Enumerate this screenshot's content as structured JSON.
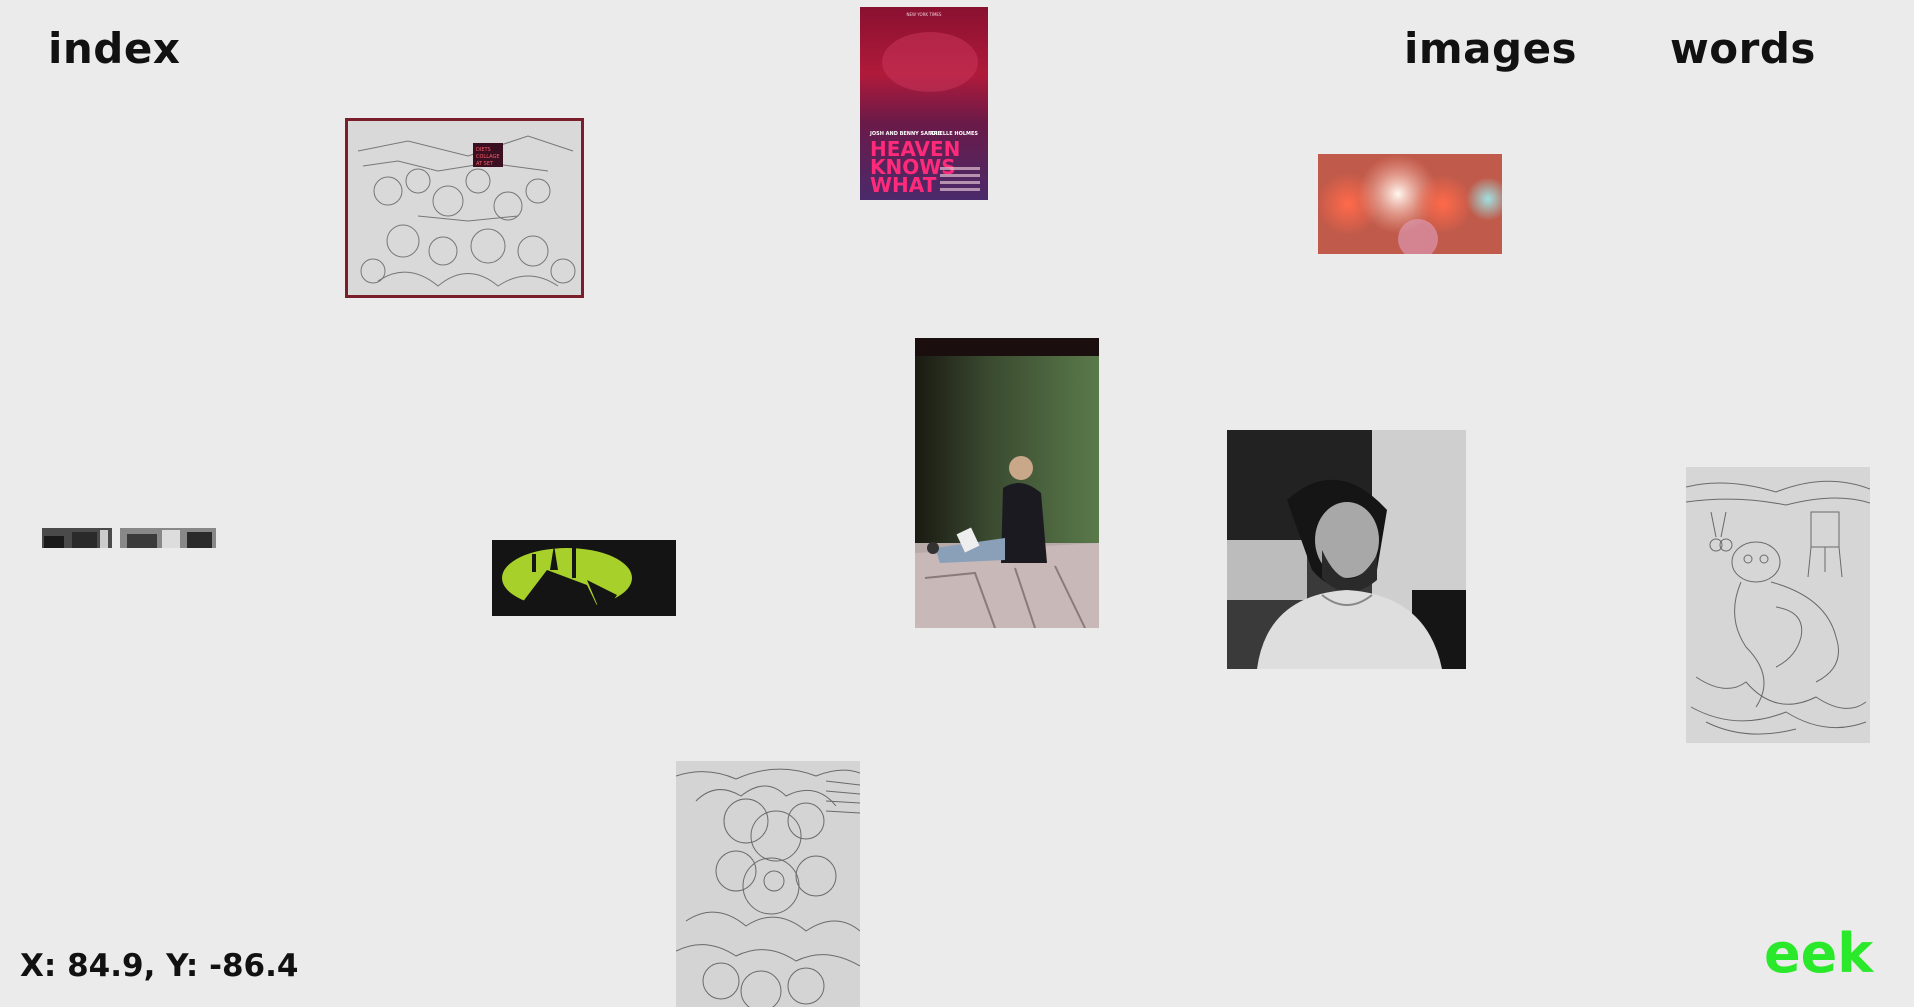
{
  "nav": {
    "index": "index",
    "images": "images",
    "words": "words"
  },
  "cursor_readout": "X: 84.9, Y: -86.4",
  "logo": "eek",
  "colors": {
    "background": "#ebebeb",
    "text": "#111111",
    "logo_green": "#2ae82a"
  },
  "poster": {
    "top_credit": "NEW YORK TIMES",
    "credit_left": "JOSH AND BENNY SAFDIE",
    "credit_right": "ARIELLE HOLMES",
    "title_lines": [
      "HEAVEN",
      "KNOWS",
      "WHAT"
    ]
  },
  "sketch_sign": [
    "DIETS",
    "COLLAGE",
    "AT SET"
  ]
}
